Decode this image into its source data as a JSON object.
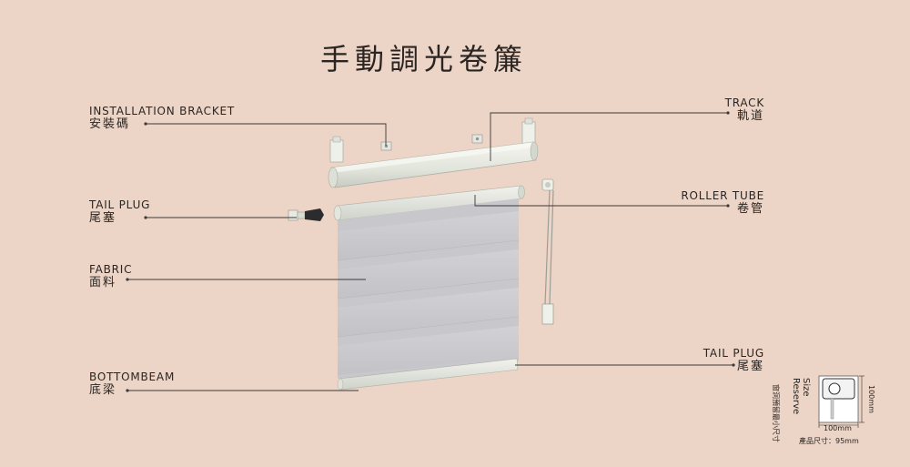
{
  "title": "手動調光卷簾",
  "labels": {
    "installation_bracket": {
      "en": "INSTALLATION BRACKET",
      "zh": "安裝碼"
    },
    "tail_plug_left": {
      "en": "TAIL PLUG",
      "zh": "尾塞"
    },
    "fabric": {
      "en": "FABRIC",
      "zh": "面料"
    },
    "bottombeam": {
      "en": "BOTTOMBEAM",
      "zh": "底梁"
    },
    "track": {
      "en": "TRACK",
      "zh": "軌道"
    },
    "roller_tube": {
      "en": "ROLLER TUBE",
      "zh": "卷管"
    },
    "tail_plug_right": {
      "en": "TAIL PLUG",
      "zh": "尾塞"
    }
  },
  "reserve": {
    "zh": "窗洞預留最小尺寸",
    "en_line1": "Reserve",
    "en_line2": "Size",
    "width": "100mm",
    "height": "100mm",
    "product_size": "產品尺寸：95mm"
  },
  "colors": {
    "background": "#ecd4c6",
    "fabric": "#c9c9cd",
    "track": "#e8eae2",
    "leader": "#3a3a3a"
  }
}
